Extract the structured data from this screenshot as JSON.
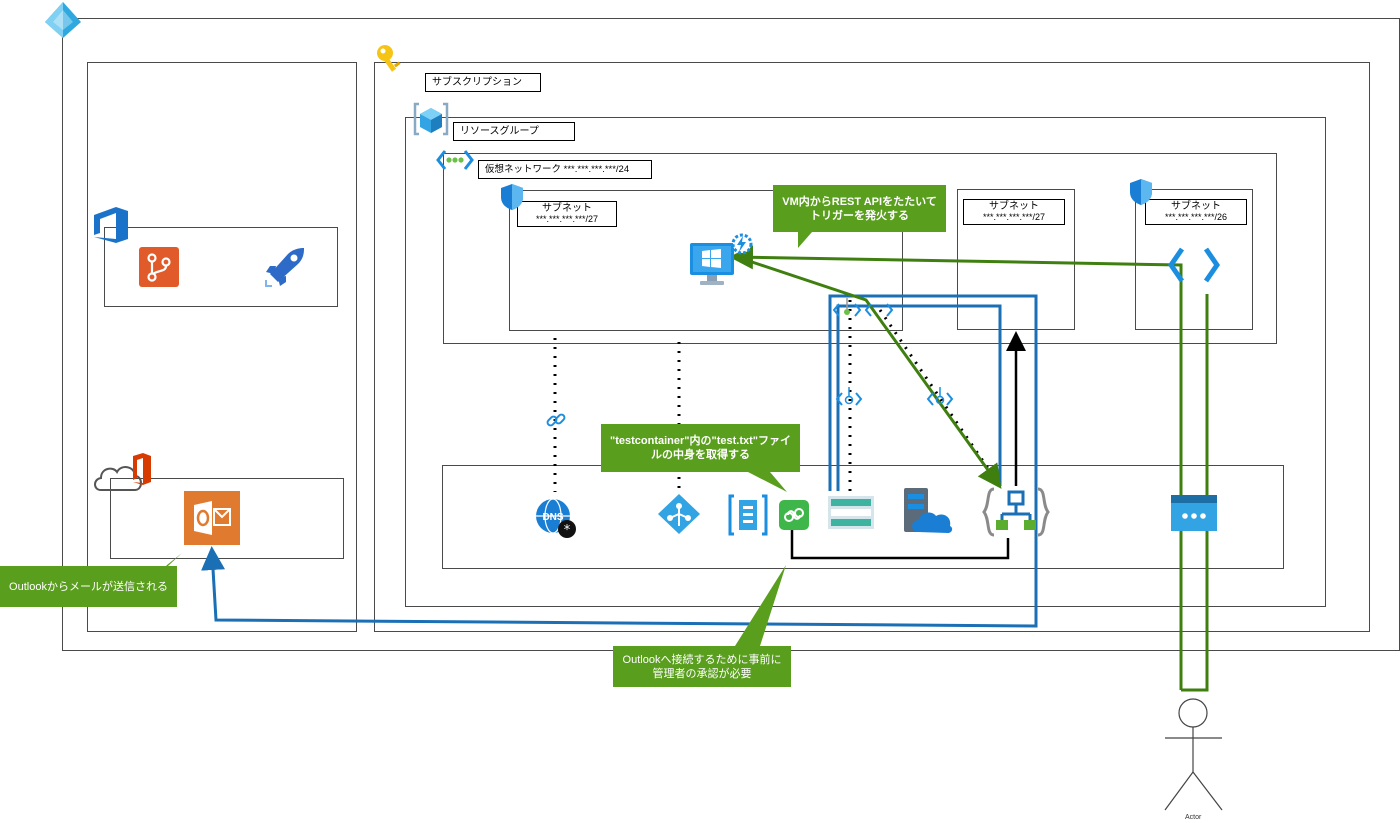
{
  "labels": {
    "subscription": "サブスクリプション",
    "resource_group": "リソースグループ",
    "vnet": "仮想ネットワーク ***.***.***.***/24"
  },
  "subnets": [
    {
      "title": "サブネット",
      "cidr": "***.***.***.***/27"
    },
    {
      "title": "サブネット",
      "cidr": "***.***.***.***/27"
    },
    {
      "title": "サブネット",
      "cidr": "***.***.***.***/26"
    }
  ],
  "callouts": {
    "vm_trigger": "VM内からREST APIをたたいてトリガーを発火する",
    "get_file": "\"testcontainer\"内の\"test.txt\"ファイルの中身を取得する",
    "outlook_sent": "Outlookからメールが送信される",
    "admin_consent": "Outlookへ接続するために事前に管理者の承認が必要"
  },
  "actor": {
    "label": "Actor"
  },
  "icons": [
    "azure-ad-icon",
    "key-icon",
    "resource-group-icon",
    "vnet-icon",
    "shield-icon",
    "devops-icon",
    "repos-icon",
    "pipelines-icon",
    "office365-icon",
    "outlook-icon",
    "vm-icon",
    "lightning-icon",
    "private-endpoint-icon",
    "dns-icon",
    "link-icon",
    "identity-icon",
    "api-icon",
    "logic-connector-icon",
    "storage-icon",
    "cloud-server-icon",
    "logic-app-icon",
    "bastion-icon",
    "gateway-icon"
  ],
  "colors": {
    "green": "#5a9e1e",
    "blue": "#1a6fb5",
    "azure": "#0078d4",
    "orange": "#e07a2f"
  }
}
